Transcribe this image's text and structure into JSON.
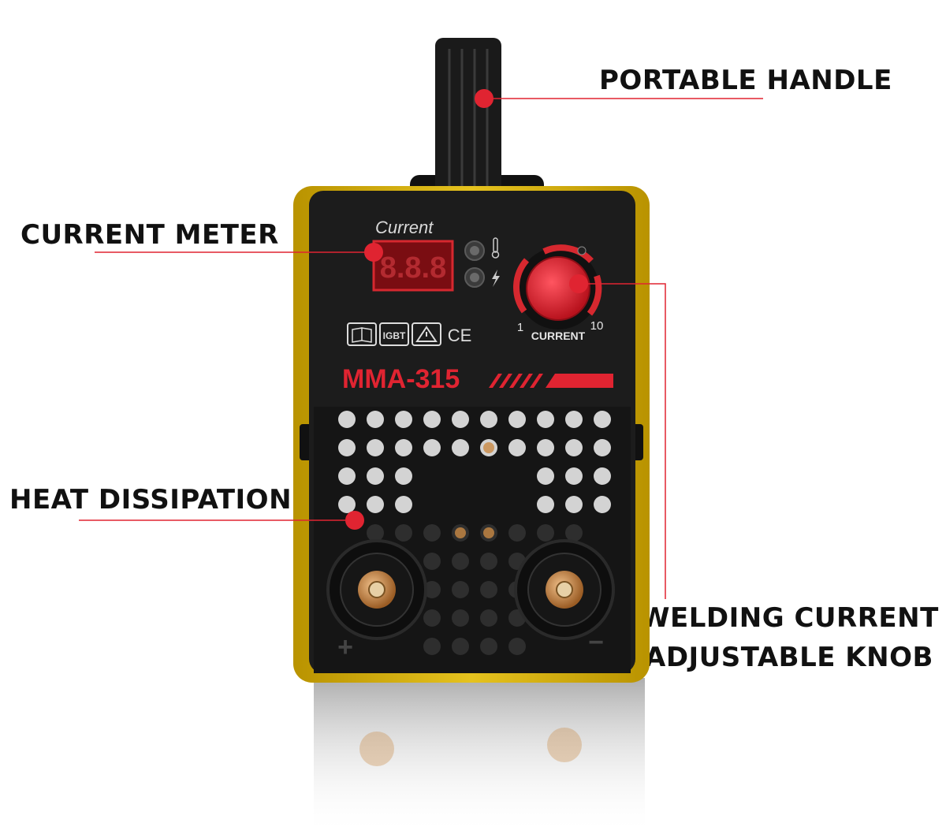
{
  "callouts": {
    "handle": "PORTABLE HANDLE",
    "meter": "CURRENT METER",
    "heat": "HEAT DISSIPATION",
    "knob_line1": "WELDING CURRENT",
    "knob_line2": "ADJUSTABLE KNOB"
  },
  "panel": {
    "meter_label": "Current",
    "display": "8.8.8",
    "badge_igbt": "IGBT",
    "badge_ce": "CE",
    "model": "MMA-315",
    "knob_label": "CURRENT",
    "knob_min": "1",
    "knob_max": "10",
    "plus": "+",
    "minus": "−"
  },
  "colors": {
    "accent_red": "#e02431",
    "body_black": "#1c1c1c",
    "frame_yellow": "#d8b414",
    "brass": "#c98a45"
  },
  "icons": [
    "thermometer-icon",
    "lightning-icon",
    "book-icon",
    "warning-icon"
  ]
}
